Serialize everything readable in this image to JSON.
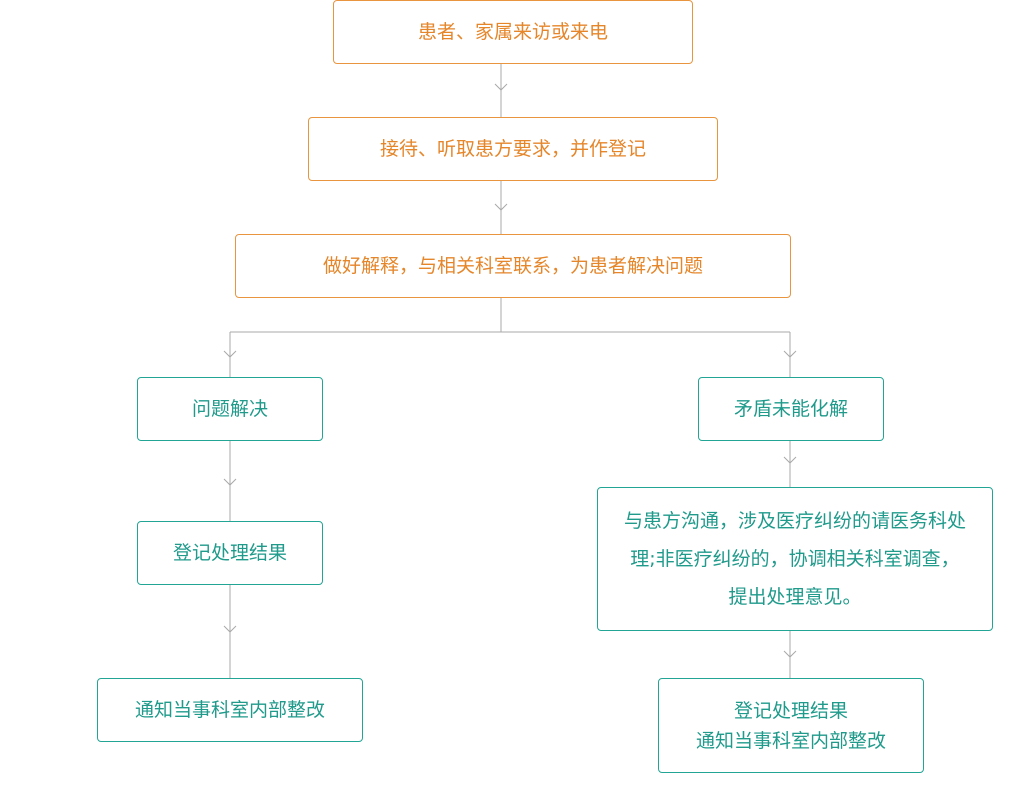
{
  "nodes": {
    "visit": "患者、家属来访或来电",
    "reception": "接待、听取患方要求，并作登记",
    "explain": "做好解释，与相关科室联系，为患者解决问题",
    "resolved": "问题解决",
    "unresolved": "矛盾未能化解",
    "record_left": "登记处理结果",
    "notify_left": "通知当事科室内部整改",
    "communicate_lines": [
      "与患方沟通，涉及医疗纠纷的请医务科处",
      "理;非医疗纠纷的，协调相关科室调查，",
      "提出处理意见。"
    ],
    "record_right": "登记处理结果",
    "notify_right": "通知当事科室内部整改"
  },
  "colors": {
    "orange_text": "#e5862a",
    "orange_border": "#e9953f",
    "teal_text": "#1f9a8b",
    "teal_border": "#23a595",
    "connector": "#a9a9a9"
  }
}
